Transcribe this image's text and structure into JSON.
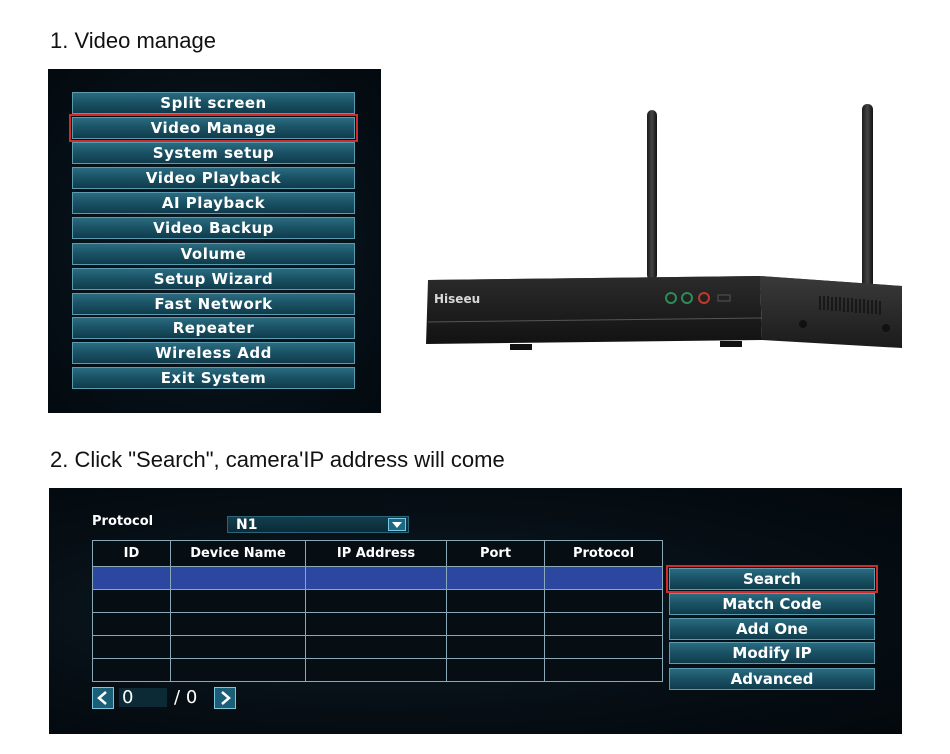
{
  "steps": {
    "step1": "1. Video manage",
    "step2": "2. Click \"Search\",  camera'IP address will come"
  },
  "menu": {
    "items": [
      "Split screen",
      "Video Manage",
      "System setup",
      "Video Playback",
      "AI Playback",
      "Video Backup",
      "Volume",
      "Setup Wizard",
      "Fast Network",
      "Repeater",
      "Wireless Add",
      "Exit System"
    ],
    "selected": "Video Manage"
  },
  "device": {
    "brand": "Hiseeu",
    "led_colors": [
      "#2e8b57",
      "#2e8b57",
      "#c0392b"
    ]
  },
  "network": {
    "protocol_label": "Protocol",
    "protocol_value": "N1",
    "columns": [
      "ID",
      "Device Name",
      "IP Address",
      "Port",
      "Protocol"
    ],
    "buttons": [
      "Search",
      "Match Code",
      "Add One",
      "Modify IP",
      "Advanced"
    ],
    "selected_button": "Search",
    "pager": {
      "current": "0",
      "separator": "/",
      "total": "0"
    }
  },
  "colors": {
    "button_teal": "#1b5366",
    "highlight_red": "#d22a2a",
    "row_highlight_blue": "#2c47a0"
  }
}
